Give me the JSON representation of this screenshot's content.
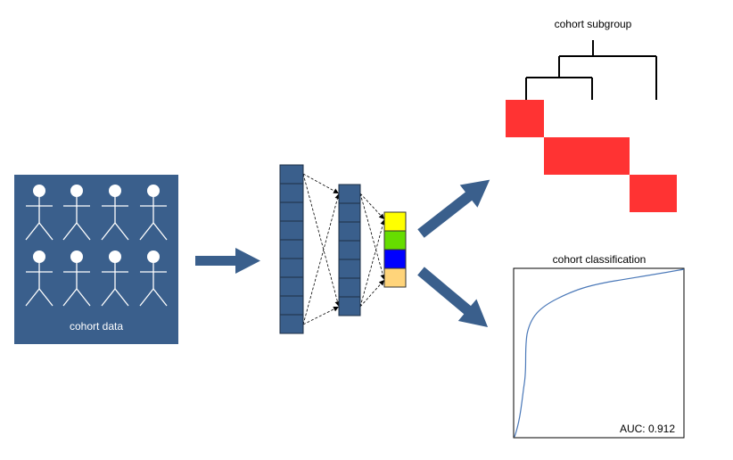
{
  "cohort_box": {
    "label": "cohort data",
    "persons": 8,
    "fill": "#3a5f8c",
    "person_color": "#ffffff"
  },
  "network": {
    "layer1_cells": 9,
    "layer2_cells": 7,
    "cell_fill": "#3a5f8c",
    "cell_stroke": "#1e2f45",
    "output_colors": [
      "#ffff00",
      "#66dd00",
      "#0000ff",
      "#ffd47a"
    ]
  },
  "subgroup": {
    "title": "cohort subgroup",
    "block_color": "#ff3333"
  },
  "classification": {
    "title": "cohort classification",
    "auc_label": "AUC: 0.912",
    "curve_color": "#4a78b8"
  },
  "arrow_color": "#3a5f8c"
}
